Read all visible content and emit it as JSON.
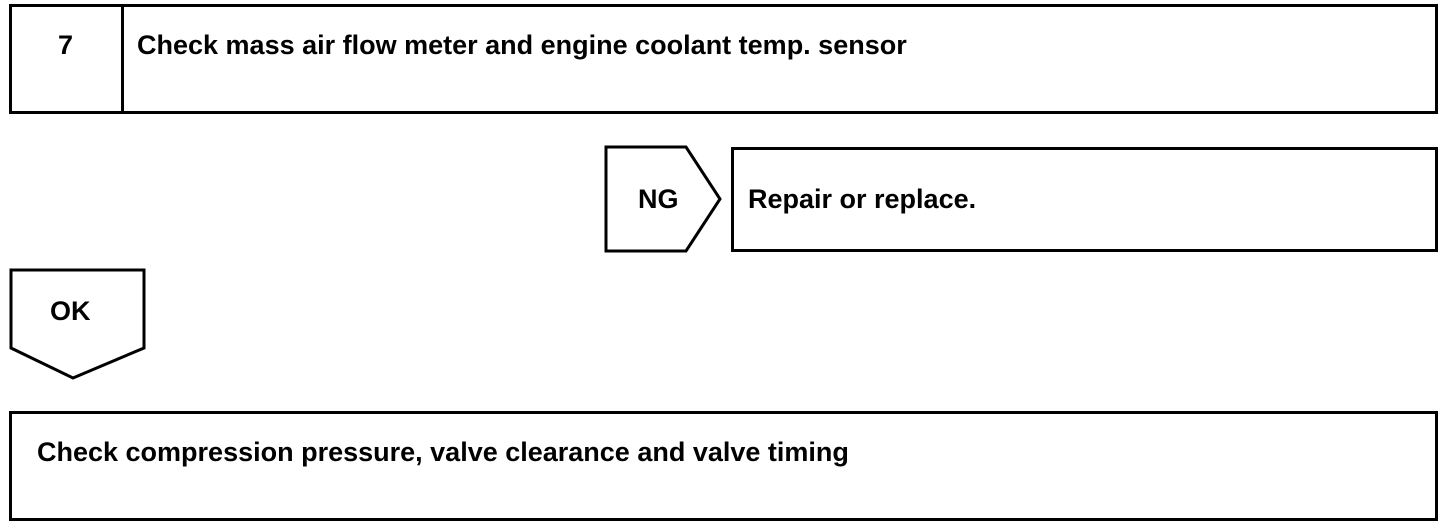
{
  "step": {
    "number": "7",
    "title": "Check mass air flow meter and engine coolant temp. sensor"
  },
  "ng_branch": {
    "label": "NG",
    "action": "Repair or replace."
  },
  "ok_branch": {
    "label": "OK"
  },
  "next_step": {
    "title": "Check compression pressure, valve clearance and valve timing"
  }
}
